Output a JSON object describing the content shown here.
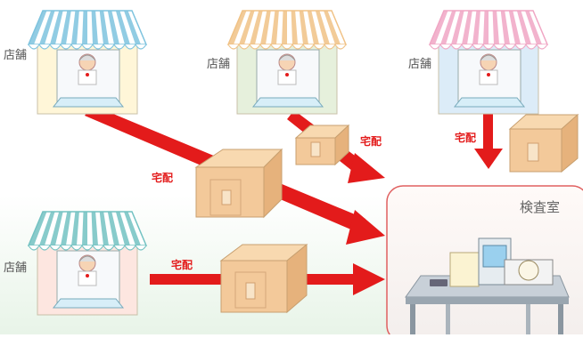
{
  "labels": {
    "shop": "店舗",
    "delivery": "宅配",
    "lab": "検査室"
  },
  "colors": {
    "arrow": "#e31b1b",
    "lab_border": "#e06060",
    "awning_blue": "#7ec3de",
    "awning_orange": "#f0c286",
    "awning_pink": "#f0a6c4",
    "awning_teal": "#73c2c2",
    "box": "#f3c99a"
  },
  "shops": [
    {
      "id": "shop-1",
      "awning_color": "awning_blue",
      "wall": "#fff6d8"
    },
    {
      "id": "shop-2",
      "awning_color": "awning_orange",
      "wall": "#e6f0dc"
    },
    {
      "id": "shop-3",
      "awning_color": "awning_pink",
      "wall": "#dcecf8"
    },
    {
      "id": "shop-4",
      "awning_color": "awning_teal",
      "wall": "#fde6e0"
    }
  ]
}
